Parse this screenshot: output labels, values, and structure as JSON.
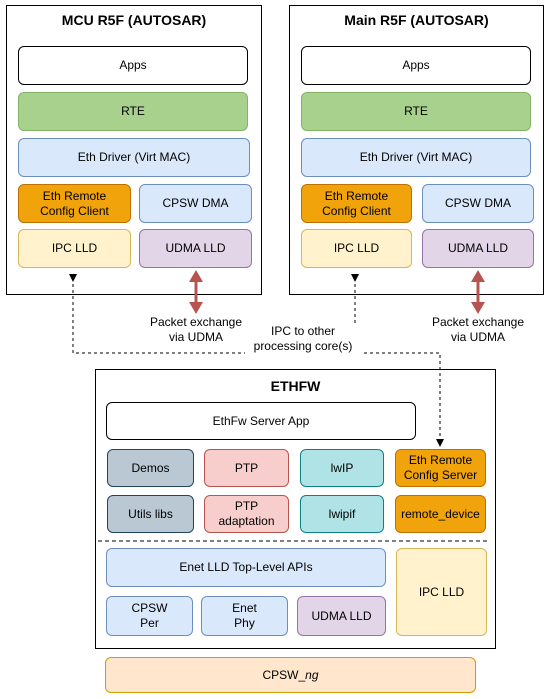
{
  "mcu": {
    "title": "MCU R5F (AUTOSAR)",
    "apps": "Apps",
    "rte": "RTE",
    "eth_driver": "Eth Driver (Virt MAC)",
    "eth_remote_client": "Eth Remote\nConfig Client",
    "cpsw_dma": "CPSW DMA",
    "ipc_lld": "IPC LLD",
    "udma_lld": "UDMA LLD"
  },
  "main": {
    "title": "Main R5F (AUTOSAR)",
    "apps": "Apps",
    "rte": "RTE",
    "eth_driver": "Eth Driver (Virt MAC)",
    "eth_remote_client": "Eth Remote\nConfig Client",
    "cpsw_dma": "CPSW DMA",
    "ipc_lld": "IPC LLD",
    "udma_lld": "UDMA LLD"
  },
  "annotations": {
    "packet_exchange_left": "Packet exchange\nvia UDMA",
    "packet_exchange_right": "Packet exchange\nvia UDMA",
    "ipc_other": "IPC to other\nprocessing core(s)"
  },
  "ethfw": {
    "title": "ETHFW",
    "server_app": "EthFw Server App",
    "demos": "Demos",
    "ptp": "PTP",
    "lwip": "lwIP",
    "eth_remote_server": "Eth Remote\nConfig Server",
    "utils_libs": "Utils libs",
    "ptp_adaptation": "PTP\nadaptation",
    "lwipif": "lwipif",
    "remote_device": "remote_device",
    "enet_lld_api": "Enet LLD Top-Level APIs",
    "cpsw_per": "CPSW\nPer",
    "enet_phy": "Enet\nPhy",
    "udma_lld": "UDMA LLD",
    "ipc_lld": "IPC LLD"
  },
  "cpsw_ng": {
    "prefix": "CPSW_",
    "suffix": "ng"
  },
  "colors": {
    "arrow_red": "#b85450",
    "green": "#a9d18e",
    "blue": "#dae8fc",
    "orange": "#f0a30a",
    "yellow": "#fff2cc",
    "purple": "#e1d5e7",
    "gray": "#bac8d3",
    "pink": "#f8cecc",
    "teal": "#b0e3e6",
    "peach": "#ffe6cc"
  }
}
